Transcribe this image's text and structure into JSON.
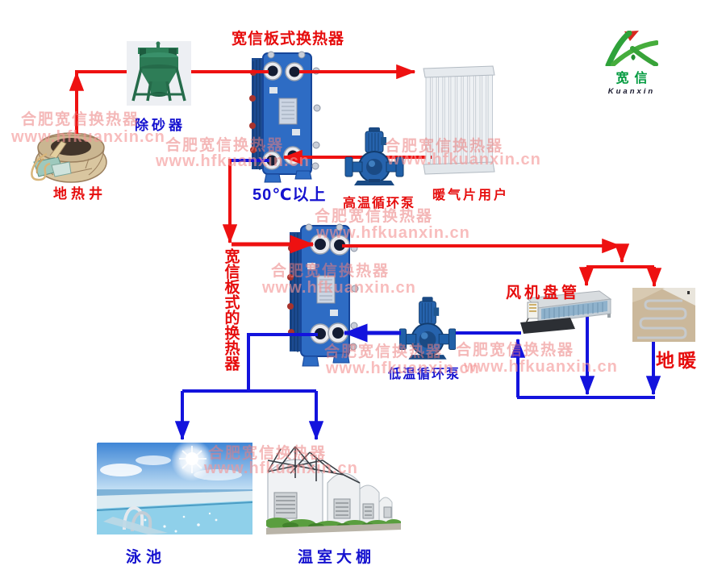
{
  "title": "宽信板式换热器",
  "logo": {
    "cn": "宽信",
    "en": "Kuanxin"
  },
  "watermark": {
    "line1": "合肥宽信换热器",
    "line2": "www.hfkuanxin.cn"
  },
  "labels": {
    "well": "地热井",
    "sand_remover": "除砂器",
    "temp_note": "50℃以上",
    "high_temp_pump": "高温循环泵",
    "radiator_user": "暖气片用户",
    "hx2_vertical": "宽信板式的换热器",
    "low_temp_pump": "低温循环泵",
    "fan_coil": "风机盘管",
    "floor_heating": "地暖",
    "pool": "泳池",
    "greenhouse": "温室大棚"
  },
  "colors": {
    "hot_line": "#ee1111",
    "cold_line": "#1313dd",
    "label_red": "#e60d0d",
    "label_blue": "#1512cf",
    "logo_green": "#2fa23a",
    "logo_red": "#d8281f",
    "exchanger_blue": "#2e6cc4"
  }
}
